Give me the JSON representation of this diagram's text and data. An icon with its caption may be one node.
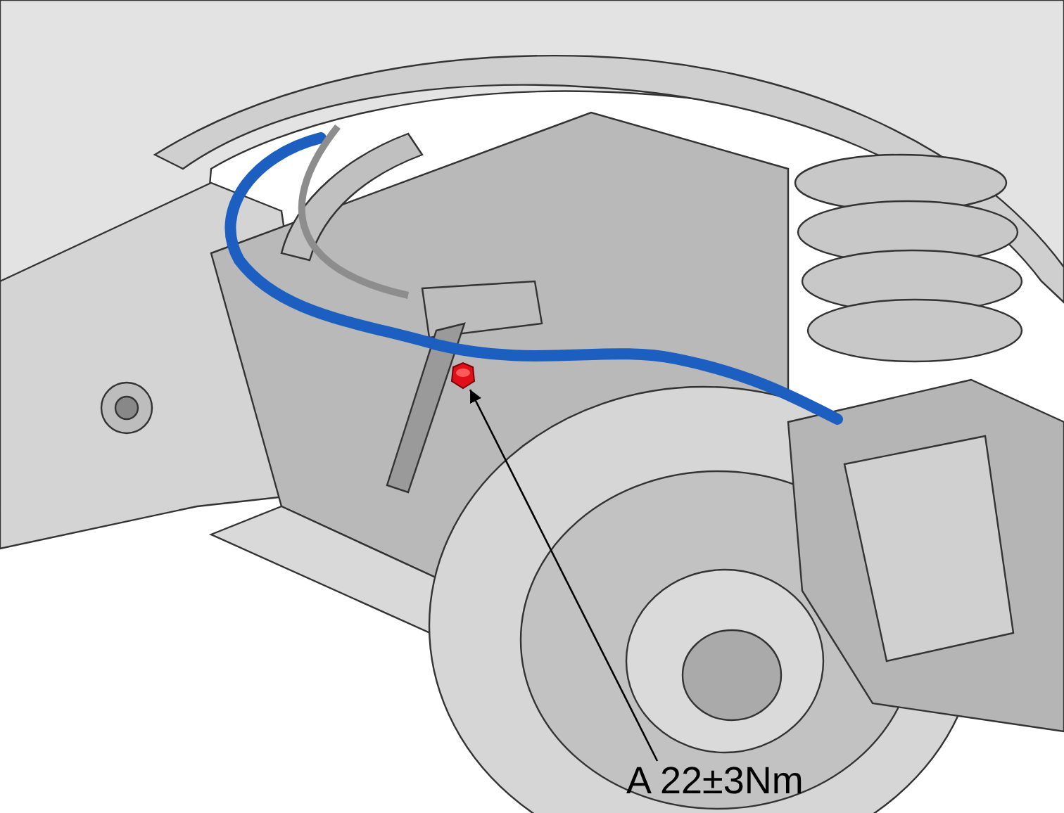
{
  "diagram": {
    "nodes": [
      {
        "text": [
          "A 22±3Nm"
        ]
      },
      {
        "text": [],
        "shape": "picture"
      }
    ],
    "edges": [
      {
        "from": 0,
        "to": 1,
        "arrow": "to"
      }
    ]
  }
}
